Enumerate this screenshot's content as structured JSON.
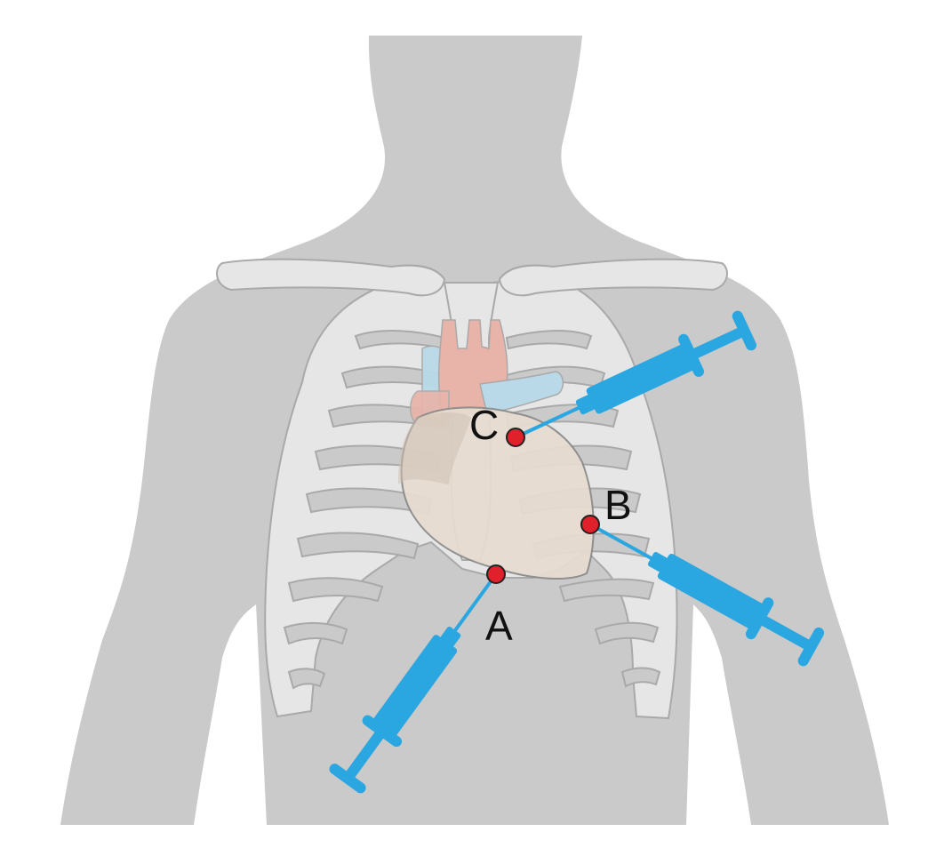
{
  "colors": {
    "background": "#ffffff",
    "body": "#cacaca",
    "bone": "#e6e6e6",
    "bone_outline": "#a9a9a9",
    "heart": "#e7dcd0",
    "aorta": "#e8b3a8",
    "vessel_blue": "#b9d9e8",
    "syringe": "#2aa6e0",
    "puncture_point": "#e0202a"
  },
  "puncture_sites": [
    {
      "id": "A",
      "label": "A"
    },
    {
      "id": "B",
      "label": "B"
    },
    {
      "id": "C",
      "label": "C"
    }
  ],
  "icons": [
    "syringe-icon"
  ]
}
